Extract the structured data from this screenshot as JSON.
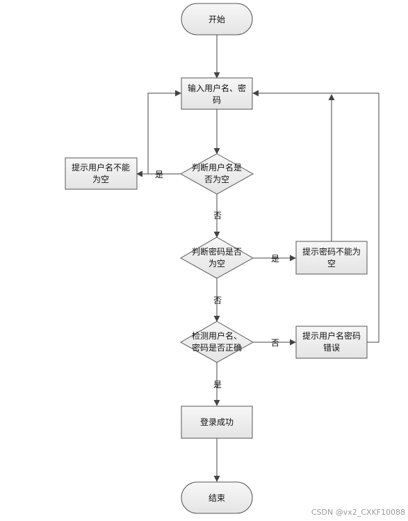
{
  "nodes": {
    "start": {
      "lines": [
        "开始"
      ]
    },
    "input": {
      "lines": [
        "输入用户名、密",
        "码"
      ]
    },
    "check_user_empty": {
      "lines": [
        "判断用户名是",
        "否为空"
      ]
    },
    "warn_user_empty": {
      "lines": [
        "提示用户名不能",
        "为空"
      ]
    },
    "check_pwd_empty": {
      "lines": [
        "判断密码是否",
        "为空"
      ]
    },
    "warn_pwd_empty": {
      "lines": [
        "提示密码不能为",
        "空"
      ]
    },
    "check_valid": {
      "lines": [
        "检测用户名、",
        "密码是否正确"
      ]
    },
    "warn_invalid": {
      "lines": [
        "提示用户名密码",
        "错误"
      ]
    },
    "success": {
      "lines": [
        "登录成功"
      ]
    },
    "end": {
      "lines": [
        "结束"
      ]
    }
  },
  "edge_labels": {
    "user_empty_yes": "是",
    "user_empty_no": "否",
    "pwd_empty_yes": "是",
    "pwd_empty_no": "否",
    "valid_no": "否",
    "valid_yes": "是"
  },
  "watermark": "CSDN @vx2_CXKF10088"
}
